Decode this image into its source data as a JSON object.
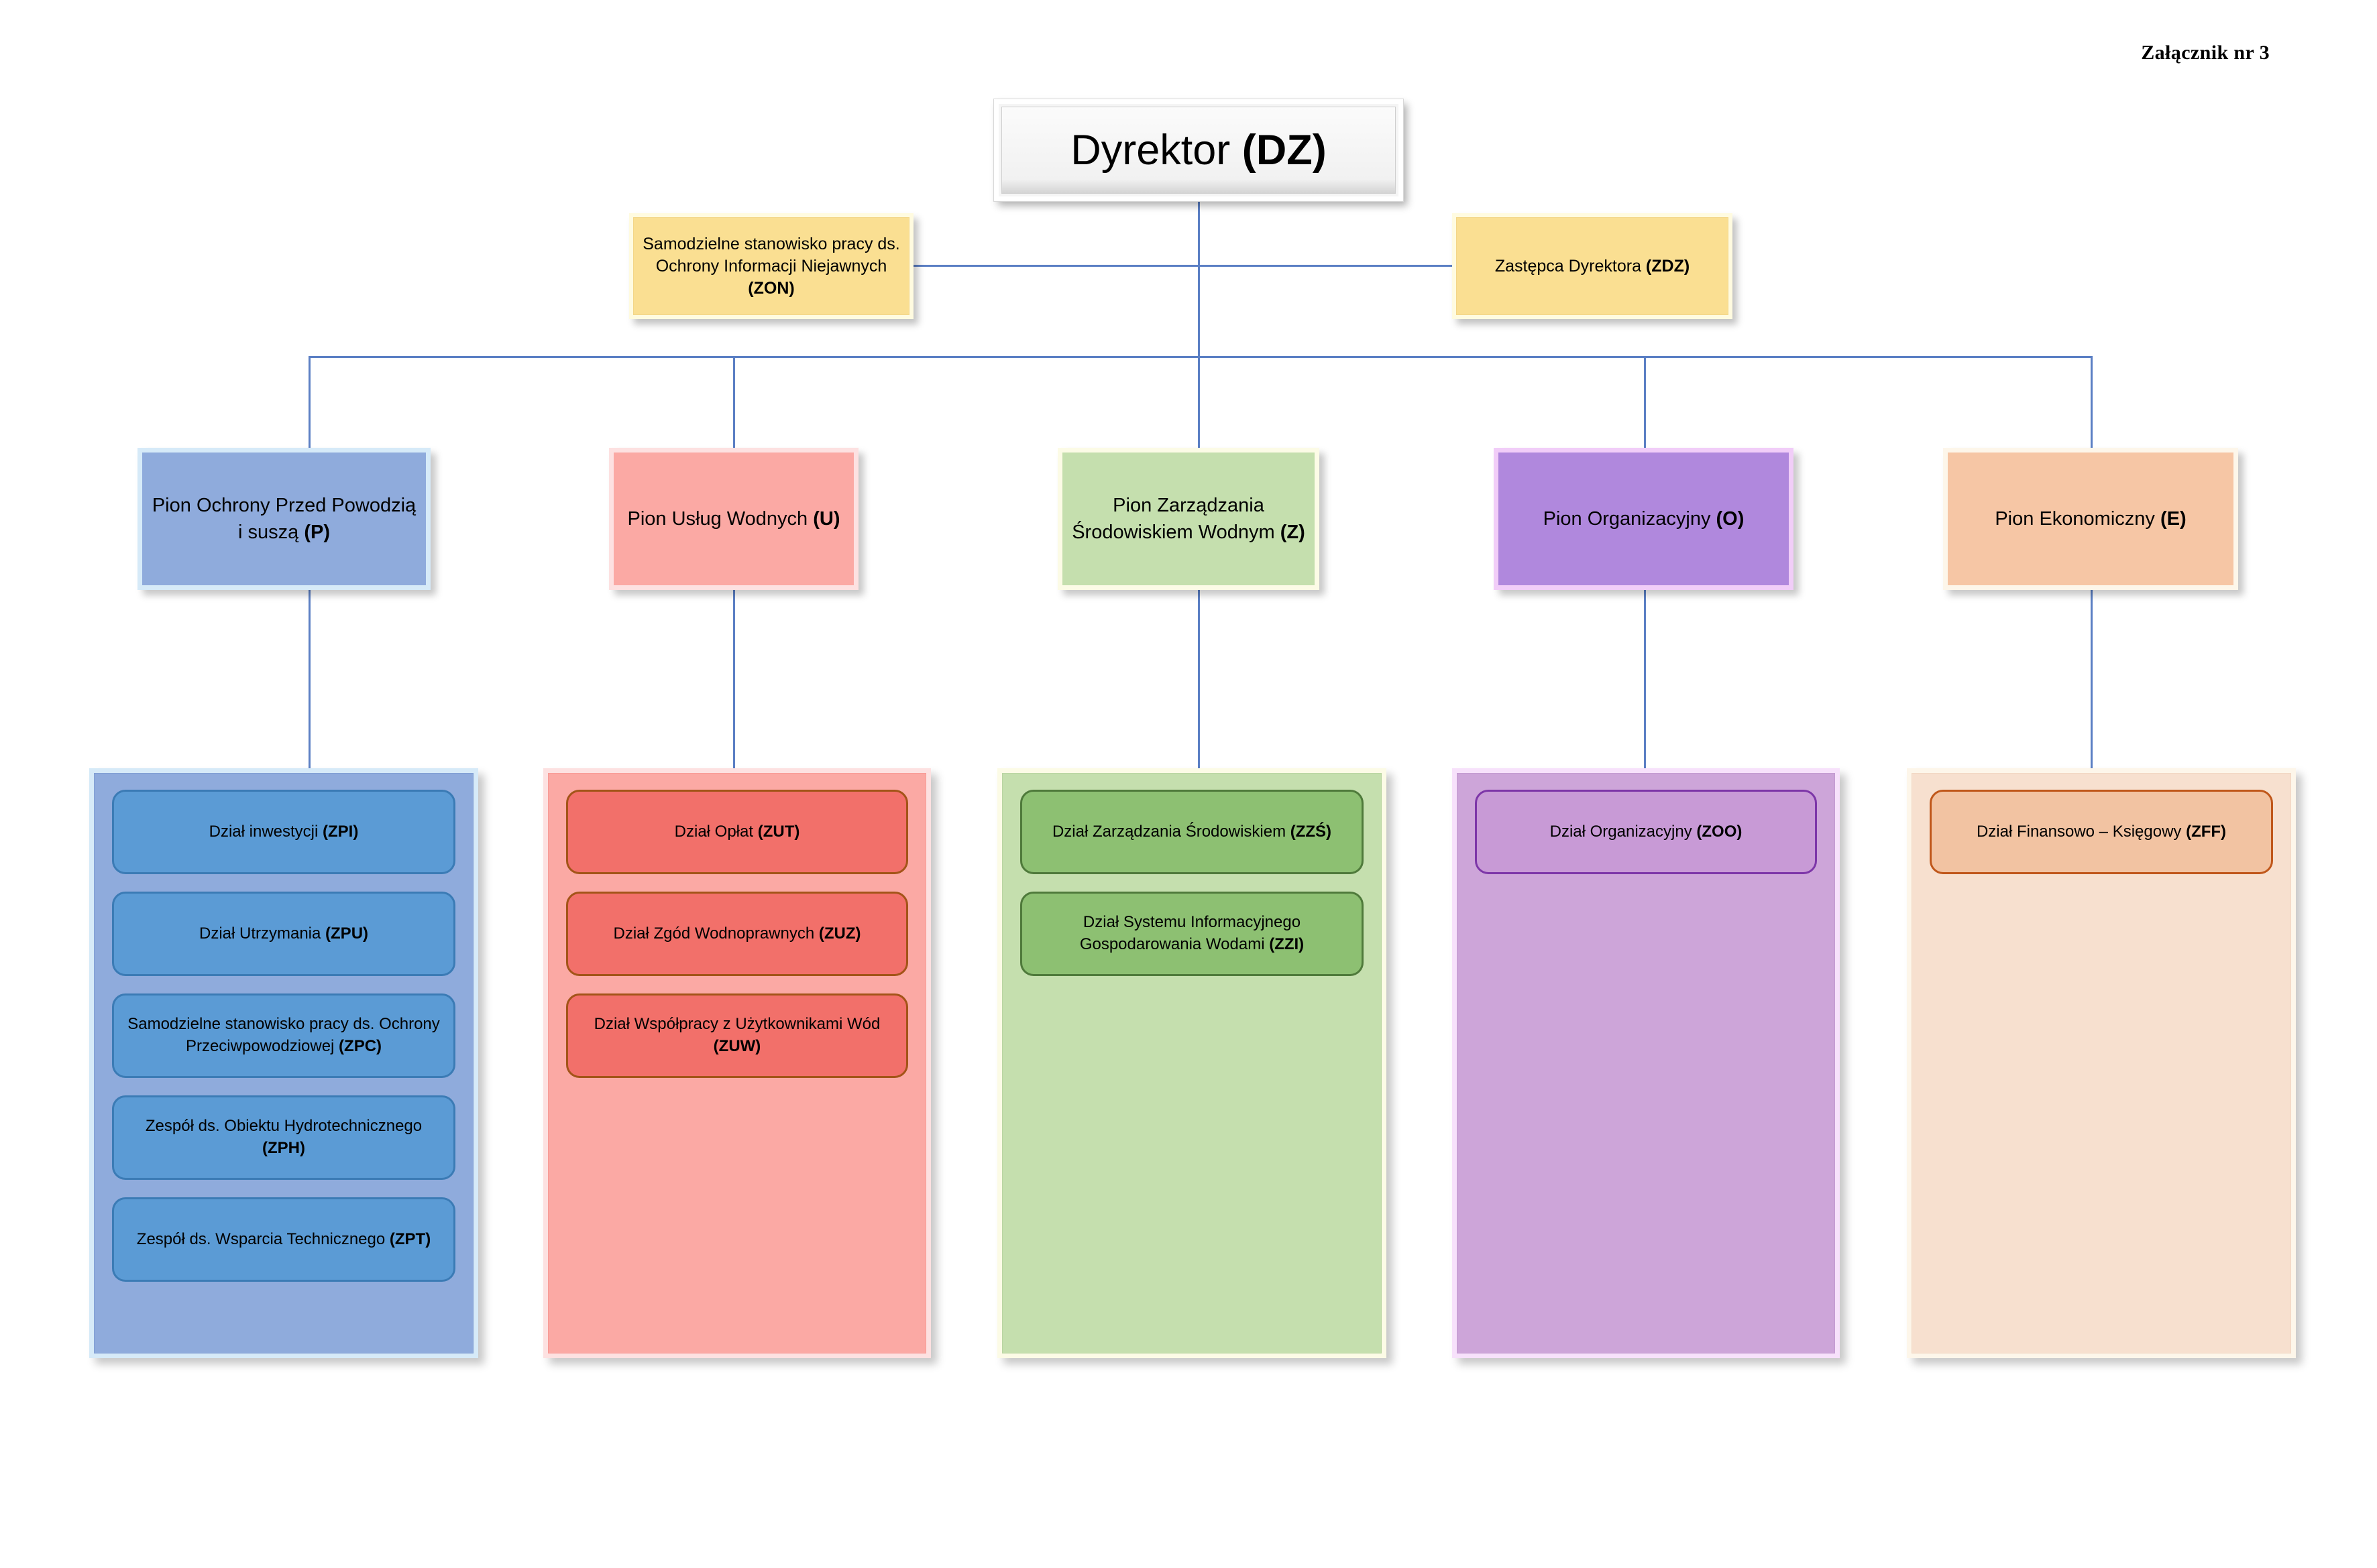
{
  "page": {
    "attachment_note": "Załącznik nr 3"
  },
  "director": {
    "label_plain": "Dyrektor ",
    "label_code": "(DZ)"
  },
  "staff": [
    {
      "id": "zon",
      "label_plain": "Samodzielne stanowisko pracy ds. Ochrony Informacji Niejawnych ",
      "label_code": "(ZON)"
    },
    {
      "id": "zdz",
      "label_plain": "Zastępca Dyrektora ",
      "label_code": "(ZDZ)"
    }
  ],
  "divisions": [
    {
      "id": "p",
      "color": "#8fabdc",
      "accent": "#5b9bd5",
      "header_plain": "Pion Ochrony Przed Powodzią i suszą ",
      "header_code": "(P)",
      "units": [
        {
          "plain": "Dział inwestycji ",
          "code": "(ZPI)"
        },
        {
          "plain": "Dział Utrzymania ",
          "code": "(ZPU)"
        },
        {
          "plain": "Samodzielne stanowisko pracy ds. Ochrony Przeciwpowodziowej ",
          "code": "(ZPC)"
        },
        {
          "plain": "Zespół ds. Obiektu Hydrotechnicznego ",
          "code": "(ZPH)"
        },
        {
          "plain": "Zespół ds. Wsparcia Technicznego ",
          "code": "(ZPT)"
        }
      ]
    },
    {
      "id": "u",
      "color": "#fba9a4",
      "accent": "#f2706a",
      "header_plain": "Pion Usług Wodnych ",
      "header_code": "(U)",
      "units": [
        {
          "plain": "Dział Opłat ",
          "code": "(ZUT)"
        },
        {
          "plain": "Dział Zgód Wodnoprawnych ",
          "code": "(ZUZ)"
        },
        {
          "plain": "Dział Współpracy z Użytkownikami Wód ",
          "code": "(ZUW)"
        }
      ]
    },
    {
      "id": "z",
      "color": "#c5dfae",
      "accent": "#8dc072",
      "header_plain": "Pion Zarządzania Środowiskiem Wodnym ",
      "header_code": "(Z)",
      "units": [
        {
          "plain": "Dział Zarządzania Środowiskiem ",
          "code": "(ZZŚ)"
        },
        {
          "plain": "Dział Systemu Informacyjnego Gospodarowania Wodami ",
          "code": "(ZZI)"
        }
      ]
    },
    {
      "id": "o",
      "color": "#b088dd",
      "accent": "#c89ad6",
      "header_plain": "Pion Organizacyjny ",
      "header_code": "(O)",
      "units": [
        {
          "plain": "Dział Organizacyjny ",
          "code": "(ZOO)"
        }
      ]
    },
    {
      "id": "e",
      "color": "#f6c6a5",
      "accent": "#f2c3a2",
      "header_plain": "Pion Ekonomiczny ",
      "header_code": "(E)",
      "units": [
        {
          "plain": "Dział Finansowo – Księgowy ",
          "code": "(ZFF)"
        }
      ]
    }
  ],
  "connector_color": "#5b7fc4"
}
